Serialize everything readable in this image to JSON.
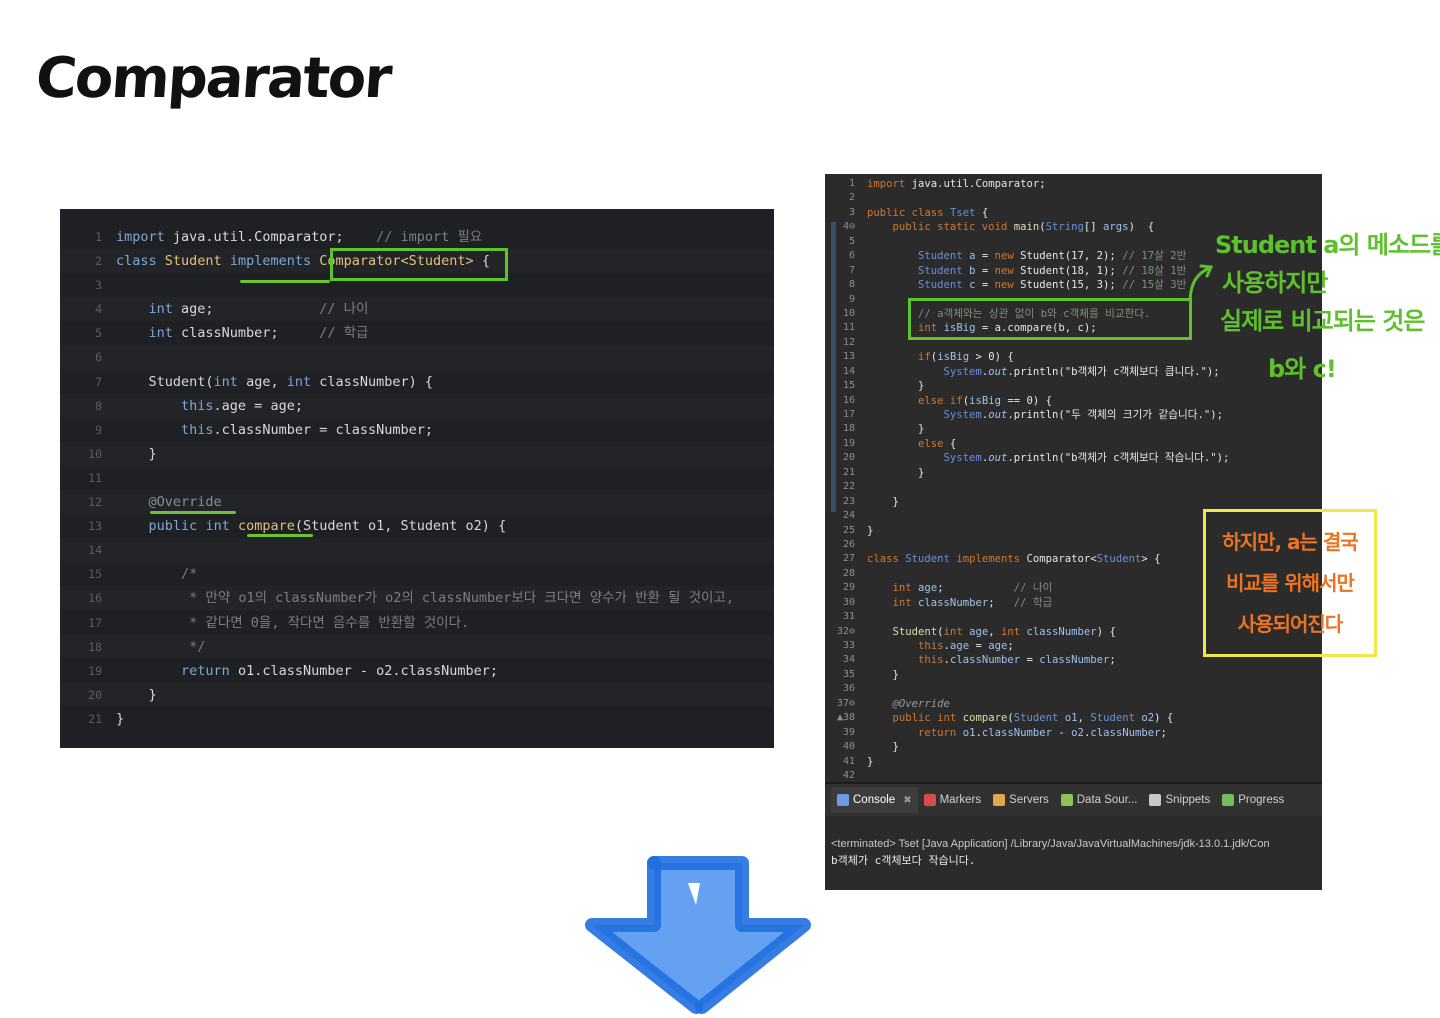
{
  "title": "Comparator",
  "left_code": {
    "lines": [
      {
        "n": "1",
        "html": "<span class='kw'>import</span> java.util.Comparator;    <span class='cm'>// import 필요</span>"
      },
      {
        "n": "2",
        "html": "<span class='kw'>class</span> <span class='ty'>Student</span> <span class='kw'>implements</span> <span class='ty'>Comparator&lt;Student&gt;</span> {"
      },
      {
        "n": "3",
        "html": ""
      },
      {
        "n": "4",
        "html": "    <span class='kw'>int</span> age;             <span class='cm'>// 나이</span>"
      },
      {
        "n": "5",
        "html": "    <span class='kw'>int</span> classNumber;     <span class='cm'>// 학급</span>"
      },
      {
        "n": "6",
        "html": ""
      },
      {
        "n": "7",
        "html": "    Student(<span class='kw'>int</span> age, <span class='kw'>int</span> classNumber) {"
      },
      {
        "n": "8",
        "html": "        <span class='kw'>this</span>.age = age;"
      },
      {
        "n": "9",
        "html": "        <span class='kw'>this</span>.classNumber = classNumber;"
      },
      {
        "n": "10",
        "html": "    }"
      },
      {
        "n": "11",
        "html": ""
      },
      {
        "n": "12",
        "html": "    <span class='ann'>@Override</span>"
      },
      {
        "n": "13",
        "html": "    <span class='kw'>public</span> <span class='kw'>int</span> <span class='ty'>compare</span>(Student o1, Student o2) {"
      },
      {
        "n": "14",
        "html": ""
      },
      {
        "n": "15",
        "html": "        <span class='cm'>/*</span>"
      },
      {
        "n": "16",
        "html": "<span class='cm'>         * 만약 o1의 classNumber가 o2의 classNumber보다 크다면 양수가 반환 될 것이고,</span>"
      },
      {
        "n": "17",
        "html": "<span class='cm'>         * 같다면 0을, 작다면 음수를 반환할 것이다.</span>"
      },
      {
        "n": "18",
        "html": "<span class='cm'>         */</span>"
      },
      {
        "n": "19",
        "html": "        <span class='kw'>return</span> o1.classNumber - o2.classNumber;"
      },
      {
        "n": "20",
        "html": "    }"
      },
      {
        "n": "21",
        "html": "}"
      }
    ]
  },
  "right_code": {
    "lines": [
      {
        "n": "1",
        "html": "<span class='r-kw'>import</span> java.util.Comparator;"
      },
      {
        "n": "2",
        "html": ""
      },
      {
        "n": "3",
        "html": "<span class='r-kw'>public class</span> <span class='r-ty'>Tset</span> {"
      },
      {
        "n": "4⊖",
        "html": "    <span class='r-kw'>public static void</span> <span class='r-fn'>main</span>(<span class='r-ty'>String</span>[] <span class='r-field'>args</span>)  {"
      },
      {
        "n": "5",
        "html": ""
      },
      {
        "n": "6",
        "html": "        <span class='r-ty'>Student</span> <span class='r-field'>a</span> = <span class='r-kw'>new</span> Student(17, 2); <span class='r-cm'>// 17살 2반</span>"
      },
      {
        "n": "7",
        "html": "        <span class='r-ty'>Student</span> <span class='r-field'>b</span> = <span class='r-kw'>new</span> Student(18, 1); <span class='r-cm'>// 18살 1반</span>"
      },
      {
        "n": "8",
        "html": "        <span class='r-ty'>Student</span> <span class='r-field'>c</span> = <span class='r-kw'>new</span> Student(15, 3); <span class='r-cm'>// 15살 3반</span>"
      },
      {
        "n": "9",
        "html": ""
      },
      {
        "n": "10",
        "html": "        <span class='r-cm'>// a객체와는 상관 없이 b와 c객체를 비교한다.</span>"
      },
      {
        "n": "11",
        "html": "        <span class='r-kw'>int</span> <span class='r-field'>isBig</span> = a.compare(b, c);"
      },
      {
        "n": "12",
        "html": ""
      },
      {
        "n": "13",
        "html": "        <span class='r-kw'>if</span>(<span class='r-field'>isBig</span> &gt; 0) {"
      },
      {
        "n": "14",
        "html": "            <span class='r-ty'>System</span>.<span class='r-field'><i>out</i></span>.println(\"b객체가 c객체보다 큽니다.\");"
      },
      {
        "n": "15",
        "html": "        }"
      },
      {
        "n": "16",
        "html": "        <span class='r-kw'>else if</span>(<span class='r-field'>isBig</span> == 0) {"
      },
      {
        "n": "17",
        "html": "            <span class='r-ty'>System</span>.<span class='r-field'><i>out</i></span>.println(\"두 객체의 크기가 같습니다.\");"
      },
      {
        "n": "18",
        "html": "        }"
      },
      {
        "n": "19",
        "html": "        <span class='r-kw'>else</span> {"
      },
      {
        "n": "20",
        "html": "            <span class='r-ty'>System</span>.<span class='r-field'><i>out</i></span>.println(\"b객체가 c객체보다 작습니다.\");"
      },
      {
        "n": "21",
        "html": "        }"
      },
      {
        "n": "22",
        "html": ""
      },
      {
        "n": "23",
        "html": "    }"
      },
      {
        "n": "24",
        "html": ""
      },
      {
        "n": "25",
        "html": "}"
      },
      {
        "n": "26",
        "html": ""
      },
      {
        "n": "27",
        "html": "<span class='r-kw'>class</span> <span class='r-ty'>Student</span> <span class='r-kw'>implements</span> Comparator&lt;<span class='r-ty'>Student</span>&gt; {"
      },
      {
        "n": "28",
        "html": ""
      },
      {
        "n": "29",
        "html": "    <span class='r-kw'>int</span> <span class='r-field'>age</span>;           <span class='r-cm'>// 나이</span>"
      },
      {
        "n": "30",
        "html": "    <span class='r-kw'>int</span> <span class='r-field'>classNumber</span>;   <span class='r-cm'>// 학급</span>"
      },
      {
        "n": "31",
        "html": ""
      },
      {
        "n": "32⊖",
        "html": "    <span class='r-fn'>Student</span>(<span class='r-kw'>int</span> <span class='r-field'>age</span>, <span class='r-kw'>int</span> <span class='r-field'>classNumber</span>) {"
      },
      {
        "n": "33",
        "html": "        <span class='r-kw'>this</span>.<span class='r-field'>age</span> = <span class='r-field'>age</span>;"
      },
      {
        "n": "34",
        "html": "        <span class='r-kw'>this</span>.<span class='r-field'>classNumber</span> = <span class='r-field'>classNumber</span>;"
      },
      {
        "n": "35",
        "html": "    }"
      },
      {
        "n": "36",
        "html": ""
      },
      {
        "n": "37⊖",
        "html": "    <span class='r-ann'>@Override</span>"
      },
      {
        "n": "▲38",
        "html": "    <span class='r-kw'>public int</span> <span class='r-fn'>compare</span>(<span class='r-ty'>Student</span> <span class='r-field'>o1</span>, <span class='r-ty'>Student</span> <span class='r-field'>o2</span>) {"
      },
      {
        "n": "39",
        "html": "        <span class='r-kw'>return</span> <span class='r-field'>o1</span>.<span class='r-field'>classNumber</span> - <span class='r-field'>o2</span>.<span class='r-field'>classNumber</span>;"
      },
      {
        "n": "40",
        "html": "    }"
      },
      {
        "n": "41",
        "html": "}"
      },
      {
        "n": "42",
        "html": ""
      }
    ]
  },
  "console": {
    "tabs": [
      {
        "label": "Console",
        "icon": "console-icon",
        "color": "#6b9de0"
      },
      {
        "label": "Markers",
        "icon": "markers-icon",
        "color": "#d94b4b"
      },
      {
        "label": "Servers",
        "icon": "servers-icon",
        "color": "#e0a84a"
      },
      {
        "label": "Data Sour...",
        "icon": "data-source-icon",
        "color": "#8ac35a"
      },
      {
        "label": "Snippets",
        "icon": "snippets-icon",
        "color": "#c8c8c8"
      },
      {
        "label": "Progress",
        "icon": "progress-icon",
        "color": "#6fbf5a"
      }
    ],
    "terminated": "<terminated> Tset [Java Application] /Library/Java/JavaVirtualMachines/jdk-13.0.1.jdk/Con",
    "output": "b객체가 c객체보다 작습니다."
  },
  "notes": {
    "green": [
      "Student a의 메소드를",
      "사용하지만",
      "실제로 비교되는 것은",
      "b와 c!"
    ],
    "orange": [
      "하지만, a는 결국",
      "비교를 위해서만",
      "사용되어진다"
    ]
  },
  "colors": {
    "highlight_green": "#5fc42a",
    "note_orange": "#ec7322",
    "box_yellow": "#f2e64a",
    "arrow_blue": "#2d7be8"
  }
}
